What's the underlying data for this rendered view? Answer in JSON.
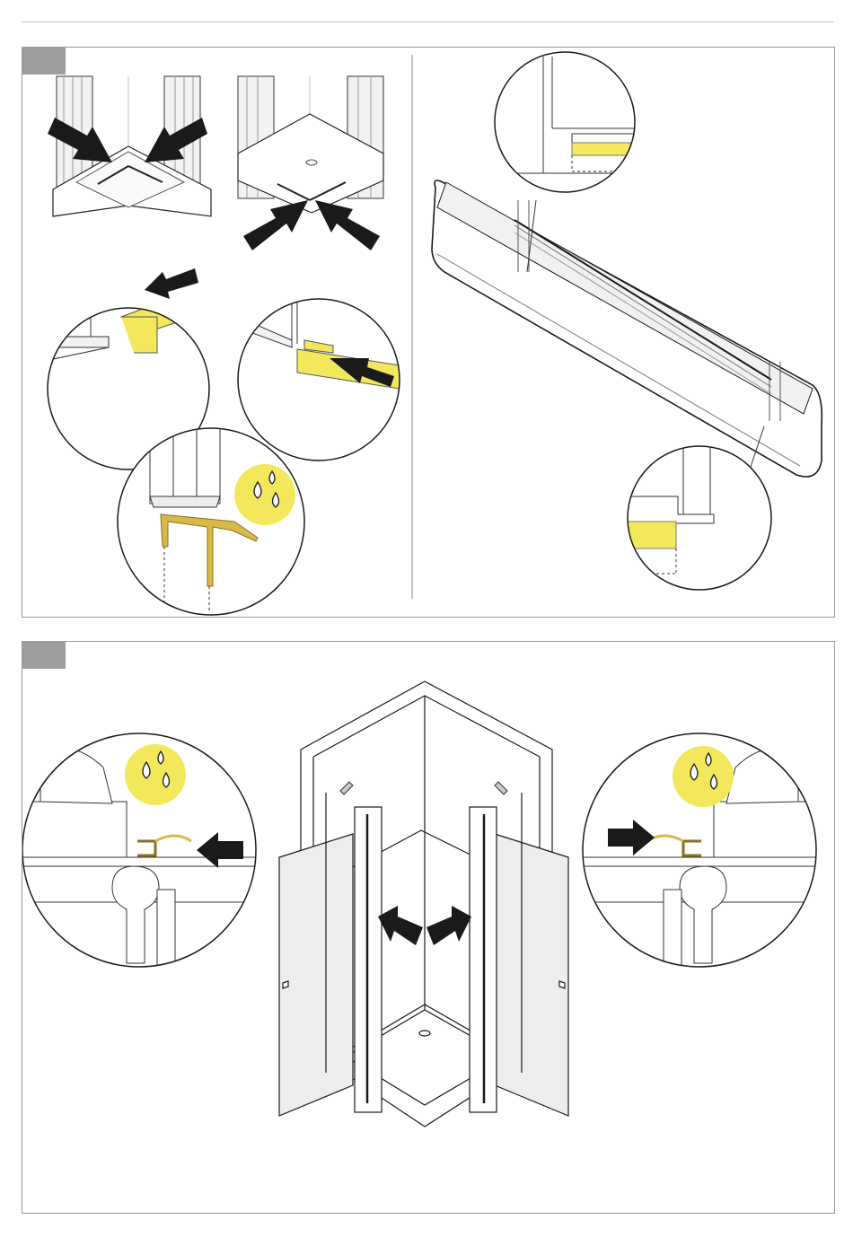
{
  "page": {
    "background": "#ffffff"
  },
  "colors": {
    "highlight_yellow": "#f3e85c",
    "seal_gold": "#d9b84a",
    "line_dark": "#1a1a1a",
    "line_gray": "#8a8a8a",
    "step_tab_gray": "#9e9e9e",
    "glass_fill": "#f1f1f1"
  },
  "steps": [
    {
      "id": "step-a",
      "tab_label": "",
      "icons": [
        "arrow-icon",
        "water-drops-icon",
        "magnifier-circle"
      ]
    },
    {
      "id": "step-b",
      "tab_label": "",
      "icons": [
        "arrow-icon",
        "water-drops-icon",
        "magnifier-circle"
      ]
    }
  ]
}
